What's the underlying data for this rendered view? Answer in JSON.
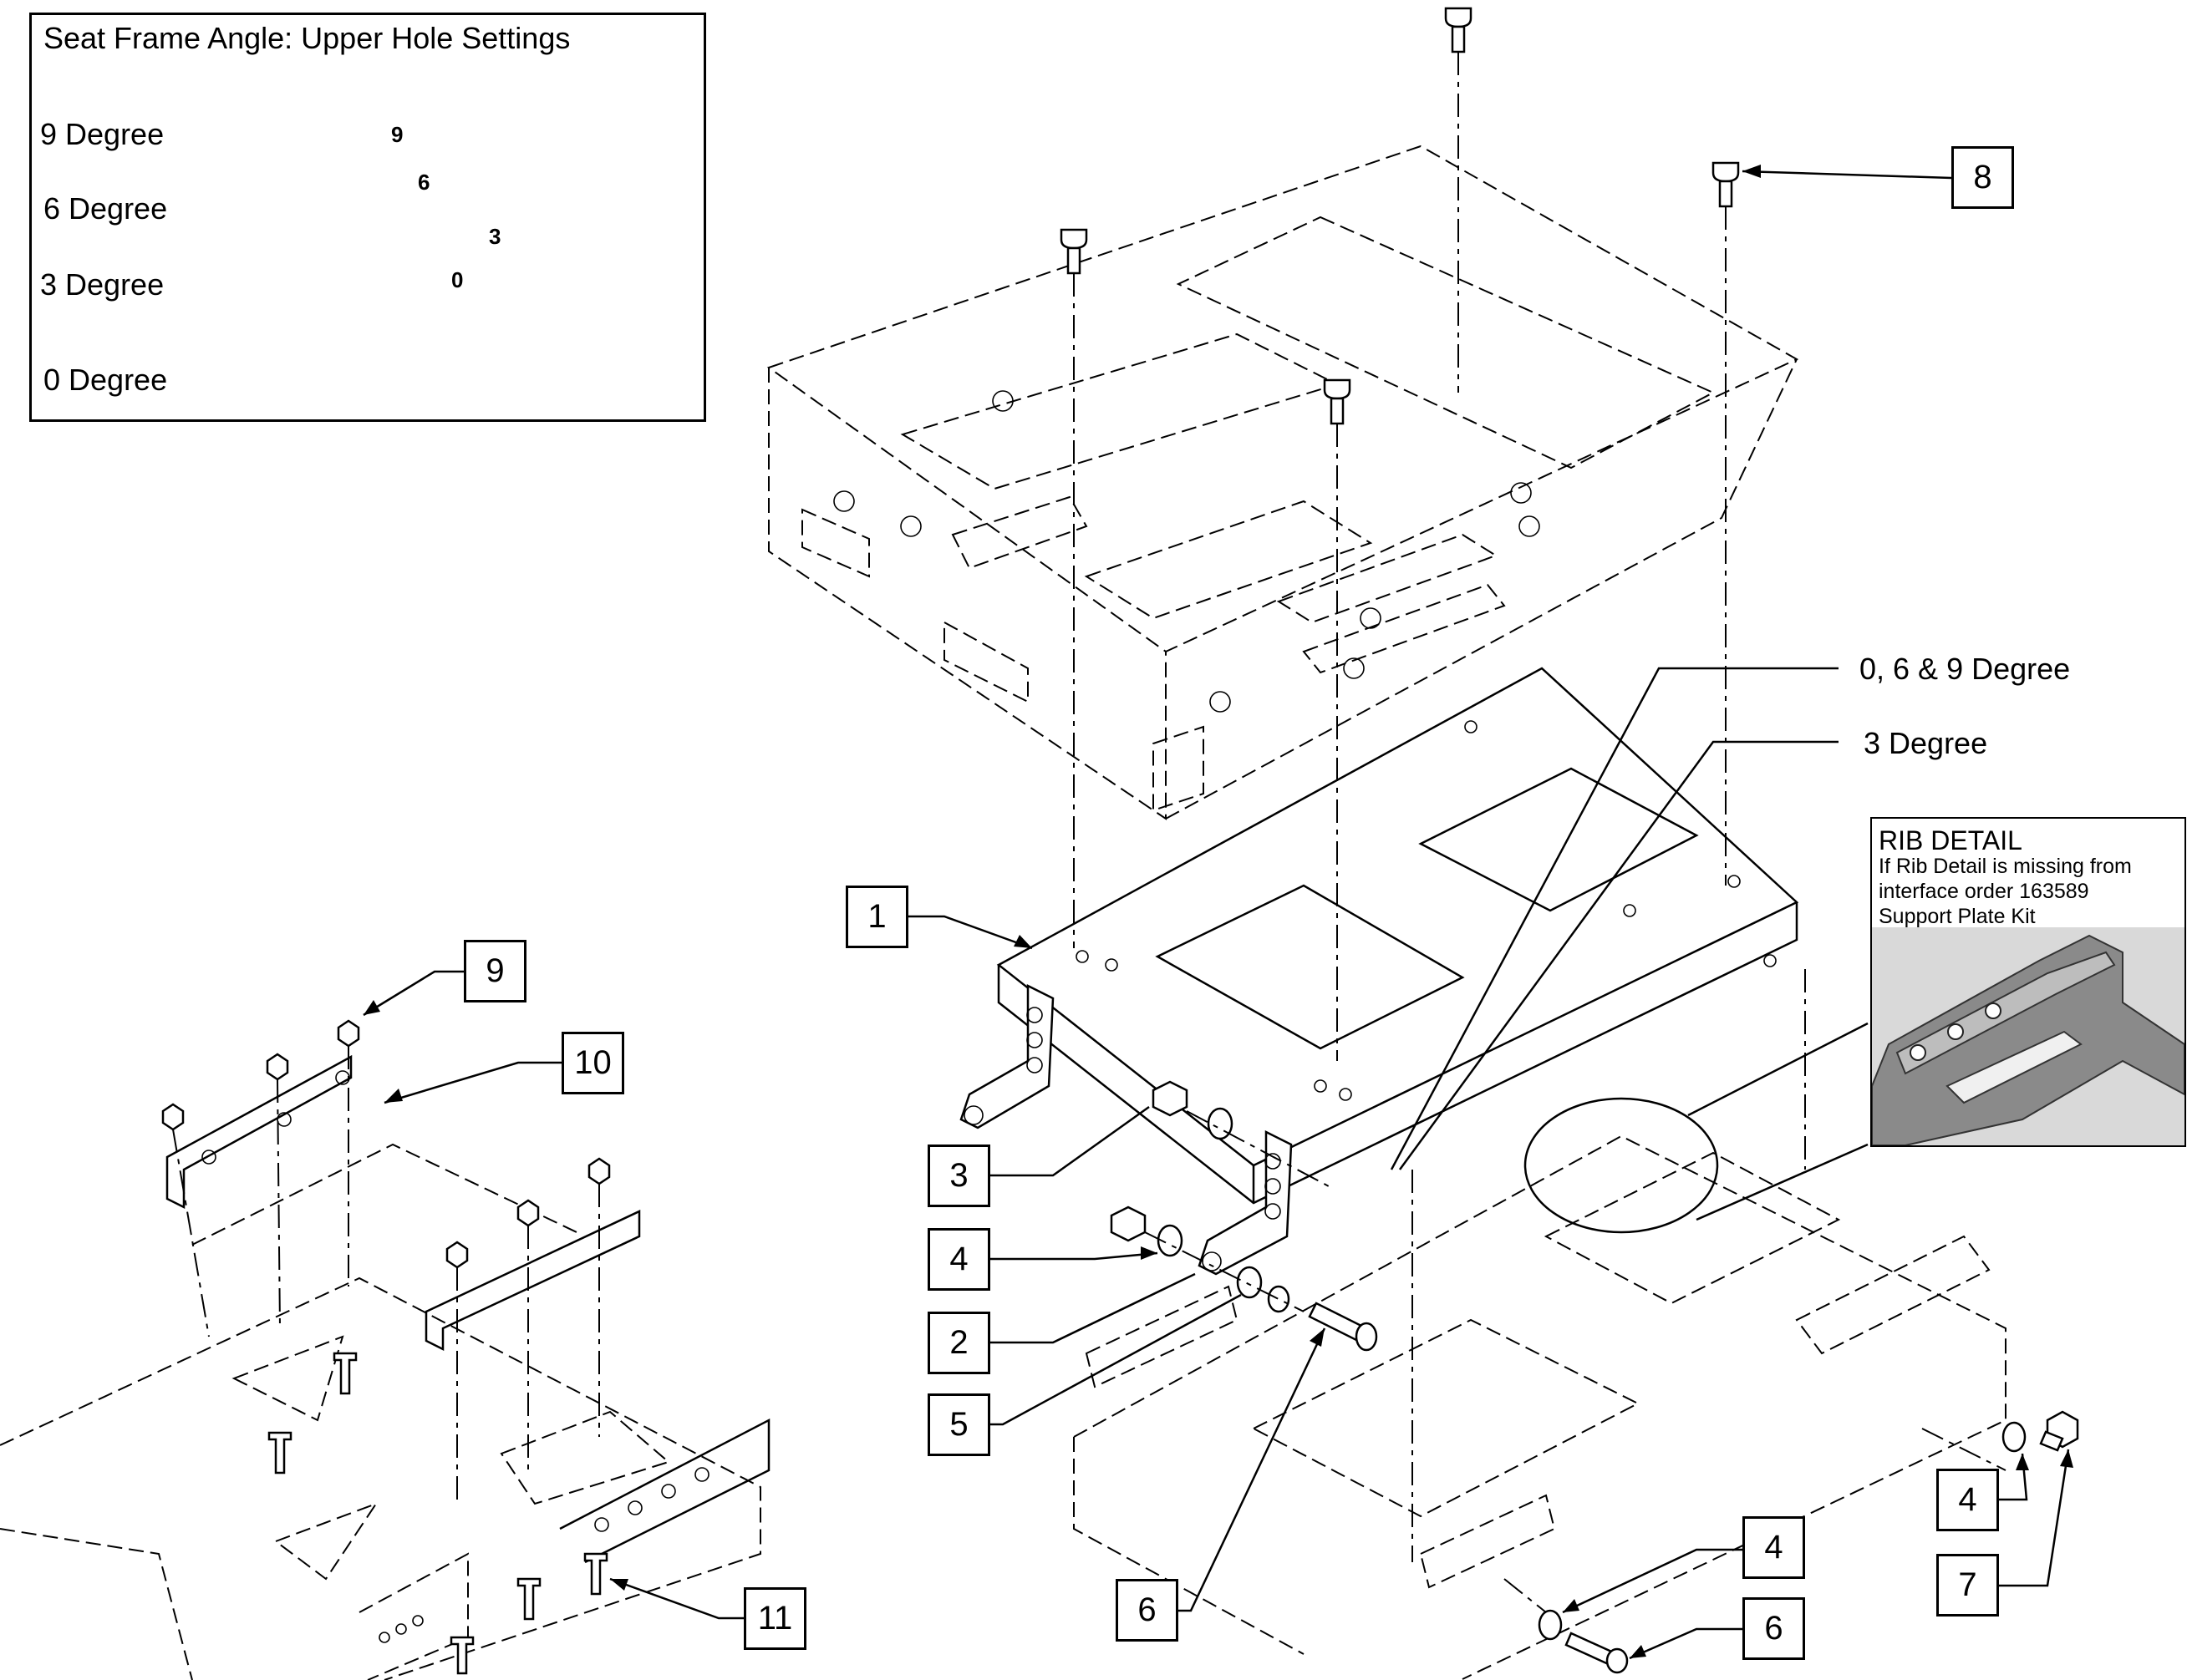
{
  "inset": {
    "title": "Seat Frame Angle: Upper Hole Settings",
    "labels": [
      "9 Degree",
      "6 Degree",
      "3 Degree",
      "0 Degree"
    ],
    "hole_numbers": [
      "9",
      "6",
      "3",
      "0"
    ]
  },
  "rib_detail": {
    "title": "RIB DETAIL",
    "text_lines": [
      "If Rib Detail is missing from",
      "interface order 163589",
      "Support Plate Kit"
    ]
  },
  "notes": {
    "degree_069": "0, 6 & 9 Degree",
    "degree_3": "3 Degree"
  },
  "callouts": {
    "c1": "1",
    "c2": "2",
    "c3": "3",
    "c4a": "4",
    "c4b": "4",
    "c4c": "4",
    "c5": "5",
    "c6a": "6",
    "c6b": "6",
    "c7": "7",
    "c8": "8",
    "c9": "9",
    "c10": "10",
    "c11": "11"
  }
}
